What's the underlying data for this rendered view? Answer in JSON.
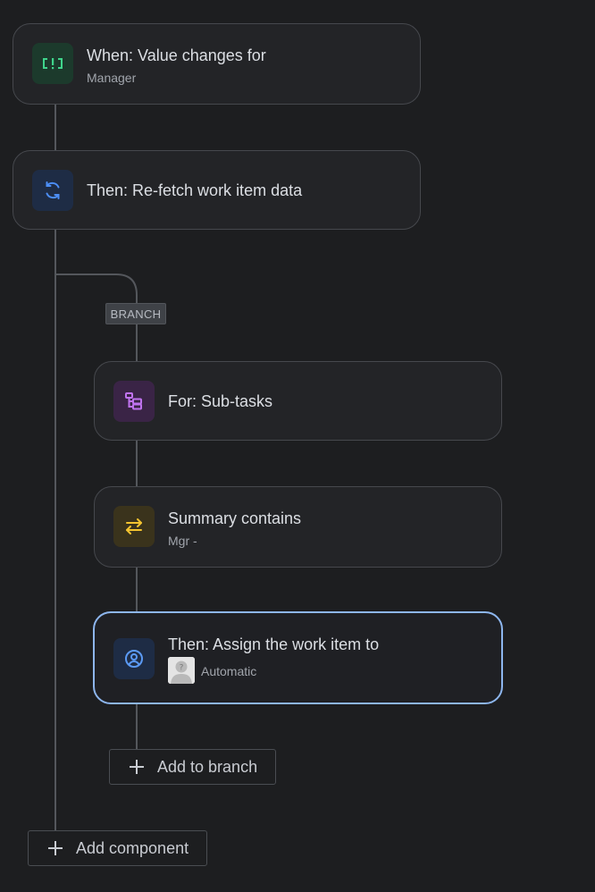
{
  "nodes": {
    "trigger": {
      "title": "When: Value changes for",
      "subtitle": "Manager",
      "icon": "value-change-icon",
      "icon_color": "#3fd48b",
      "icon_bg": "#1c3a2c"
    },
    "refetch": {
      "title": "Then: Re-fetch work item data",
      "icon": "refresh-icon",
      "icon_color": "#4c8ef7",
      "icon_bg": "#1e2c45"
    },
    "branch_label": "BRANCH",
    "for_subtasks": {
      "title": "For: Sub-tasks",
      "icon": "subtasks-icon",
      "icon_color": "#c073f0",
      "icon_bg": "#3a2446"
    },
    "condition": {
      "title": "Summary contains",
      "subtitle": "Mgr -",
      "icon": "swap-arrows-icon",
      "icon_color": "#f4c430",
      "icon_bg": "#3a331c"
    },
    "assign": {
      "title": "Then: Assign the work item to",
      "subtitle": "Automatic",
      "icon": "user-circle-icon",
      "icon_color": "#5b9af5",
      "icon_bg": "#1e2c45",
      "selected": true
    }
  },
  "buttons": {
    "add_to_branch": "Add to branch",
    "add_component": "Add component"
  }
}
